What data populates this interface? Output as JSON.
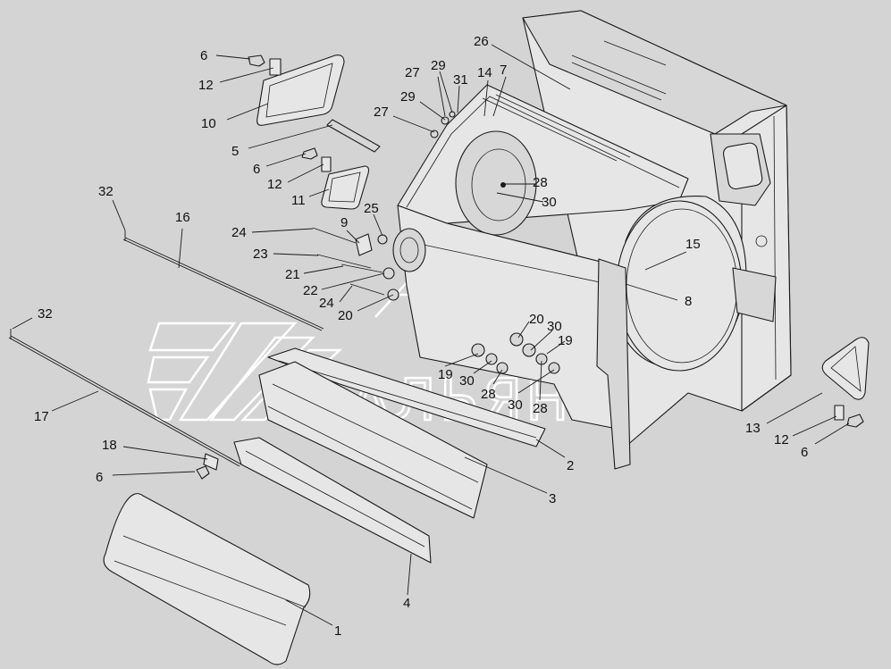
{
  "watermark": {
    "text": "АЛЬЯНС"
  },
  "labels": [
    {
      "id": "l1",
      "text": "1"
    },
    {
      "id": "l2",
      "text": "2"
    },
    {
      "id": "l3",
      "text": "3"
    },
    {
      "id": "l4",
      "text": "4"
    },
    {
      "id": "l5",
      "text": "5"
    },
    {
      "id": "l6a",
      "text": "6"
    },
    {
      "id": "l6b",
      "text": "6"
    },
    {
      "id": "l6c",
      "text": "6"
    },
    {
      "id": "l6d",
      "text": "6"
    },
    {
      "id": "l7",
      "text": "7"
    },
    {
      "id": "l8",
      "text": "8"
    },
    {
      "id": "l9",
      "text": "9"
    },
    {
      "id": "l10",
      "text": "10"
    },
    {
      "id": "l11",
      "text": "11"
    },
    {
      "id": "l12a",
      "text": "12"
    },
    {
      "id": "l12b",
      "text": "12"
    },
    {
      "id": "l12c",
      "text": "12"
    },
    {
      "id": "l13",
      "text": "13"
    },
    {
      "id": "l14",
      "text": "14"
    },
    {
      "id": "l15",
      "text": "15"
    },
    {
      "id": "l16",
      "text": "16"
    },
    {
      "id": "l17",
      "text": "17"
    },
    {
      "id": "l18",
      "text": "18"
    },
    {
      "id": "l19a",
      "text": "19"
    },
    {
      "id": "l19b",
      "text": "19"
    },
    {
      "id": "l20a",
      "text": "20"
    },
    {
      "id": "l20b",
      "text": "20"
    },
    {
      "id": "l21",
      "text": "21"
    },
    {
      "id": "l22",
      "text": "22"
    },
    {
      "id": "l23",
      "text": "23"
    },
    {
      "id": "l24a",
      "text": "24"
    },
    {
      "id": "l24b",
      "text": "24"
    },
    {
      "id": "l25",
      "text": "25"
    },
    {
      "id": "l26",
      "text": "26"
    },
    {
      "id": "l27a",
      "text": "27"
    },
    {
      "id": "l27b",
      "text": "27"
    },
    {
      "id": "l28a",
      "text": "28"
    },
    {
      "id": "l28b",
      "text": "28"
    },
    {
      "id": "l28c",
      "text": "28"
    },
    {
      "id": "l29a",
      "text": "29"
    },
    {
      "id": "l29b",
      "text": "29"
    },
    {
      "id": "l30a",
      "text": "30"
    },
    {
      "id": "l30b",
      "text": "30"
    },
    {
      "id": "l30c",
      "text": "30"
    },
    {
      "id": "l30d",
      "text": "30"
    },
    {
      "id": "l31",
      "text": "31"
    },
    {
      "id": "l32a",
      "text": "32"
    },
    {
      "id": "l32b",
      "text": "32"
    }
  ]
}
